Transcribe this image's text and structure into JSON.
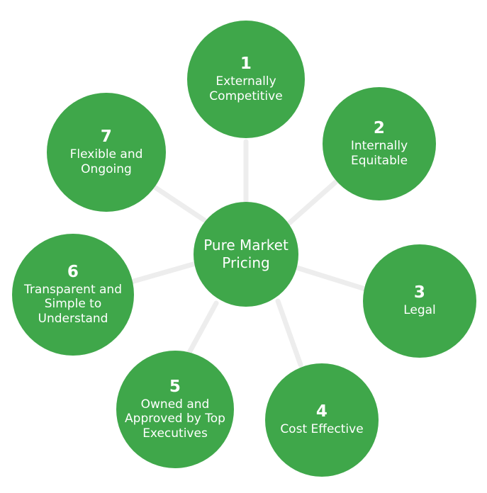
{
  "diagram": {
    "title": "Pure Market Pricing",
    "accent_color": "#3fa74a",
    "connector_color": "#ededed",
    "background_color": "#ffffff",
    "center": {
      "label": "Pure Market Pricing"
    },
    "nodes": [
      {
        "number": "1",
        "label": "Externally Competitive"
      },
      {
        "number": "2",
        "label": "Internally Equitable"
      },
      {
        "number": "3",
        "label": "Legal"
      },
      {
        "number": "4",
        "label": "Cost Effective"
      },
      {
        "number": "5",
        "label": "Owned and Approved by Top Executives"
      },
      {
        "number": "6",
        "label": "Transparent and Simple to Understand"
      },
      {
        "number": "7",
        "label": "Flexible and Ongoing"
      }
    ]
  }
}
